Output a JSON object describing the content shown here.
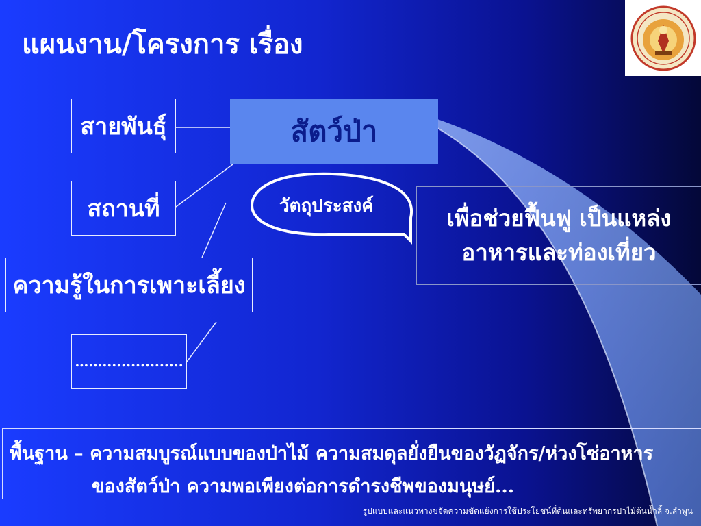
{
  "title": "แผนงาน/โครงการ เรื่อง",
  "topic": "สัตว์ป่า",
  "aspects": [
    "สายพันธุ์",
    "สถานที่",
    "ความรู้ในการเพาะเลี้ยง",
    "……................."
  ],
  "objective": {
    "label": "วัตถุประสงค์",
    "lines": [
      "เพื่อช่วยฟื้นฟู เป็นแหล่ง",
      "อาหารและท่องเที่ยว"
    ]
  },
  "foundation": {
    "lines": [
      "พื้นฐาน – ความสมบูรณ์แบบของป่าไม้ ความสมดุลยั่งยืนของวัฏจักร/ห่วงโซ่อาหาร",
      "ของสัตว์ป่า ความพอเพียงต่อการดำรงชีพของมนุษย์..."
    ]
  },
  "footer": "รูปแบบและแนวทางขจัดความขัดแย้งการใช้ประโยชน์ที่ดินและทรัพยากรป่าไม้ต้นน้ำลี้ จ.ลำพูน",
  "logo": {
    "icon": "department-seal-icon"
  },
  "colors": {
    "background": "#1a3cff",
    "topic_box": "#5a86ee",
    "topic_text": "#0b1c8c",
    "sweep": "#b0d0ff"
  }
}
